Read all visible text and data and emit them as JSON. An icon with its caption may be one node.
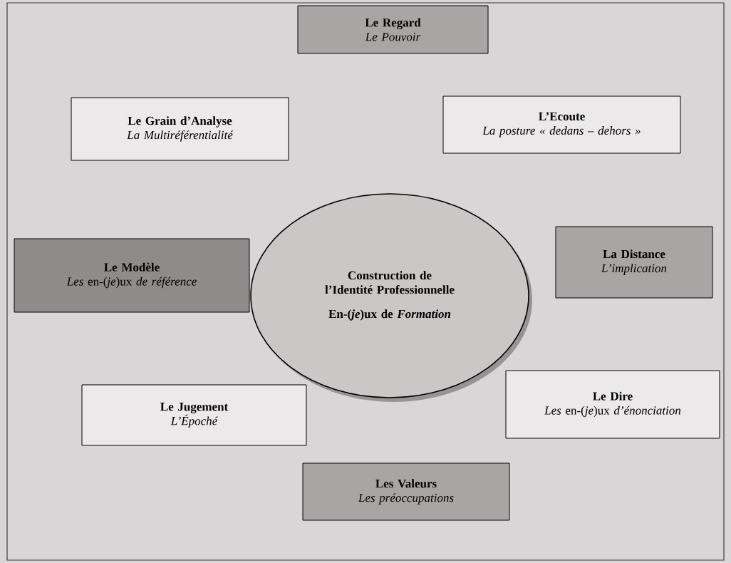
{
  "diagram": {
    "nodes": [
      {
        "text": [
          "Le Regard",
          "Le Pouvoir"
        ]
      },
      {
        "text": [
          "Le Grain d’Analyse",
          "La Multiréférentialité"
        ]
      },
      {
        "text": [
          "L’Ecoute",
          "La posture « dedans – dehors »"
        ]
      },
      {
        "text": [
          "Construction de l’Identité Professionnelle",
          "En-(*je*)ux de *Formation*"
        ]
      },
      {
        "text": [
          "Le Modèle",
          "*Les* en-(*je*)ux *de référence*"
        ]
      },
      {
        "text": [
          "La Distance",
          "L’implication"
        ]
      },
      {
        "text": [
          "Le Jugement",
          "L’Époché"
        ]
      },
      {
        "text": [
          "Le Dire",
          "*Les* en-(*je*)ux *d’énonciation*"
        ]
      },
      {
        "text": [
          "Les Valeurs",
          "Les préoccupations"
        ]
      }
    ]
  }
}
